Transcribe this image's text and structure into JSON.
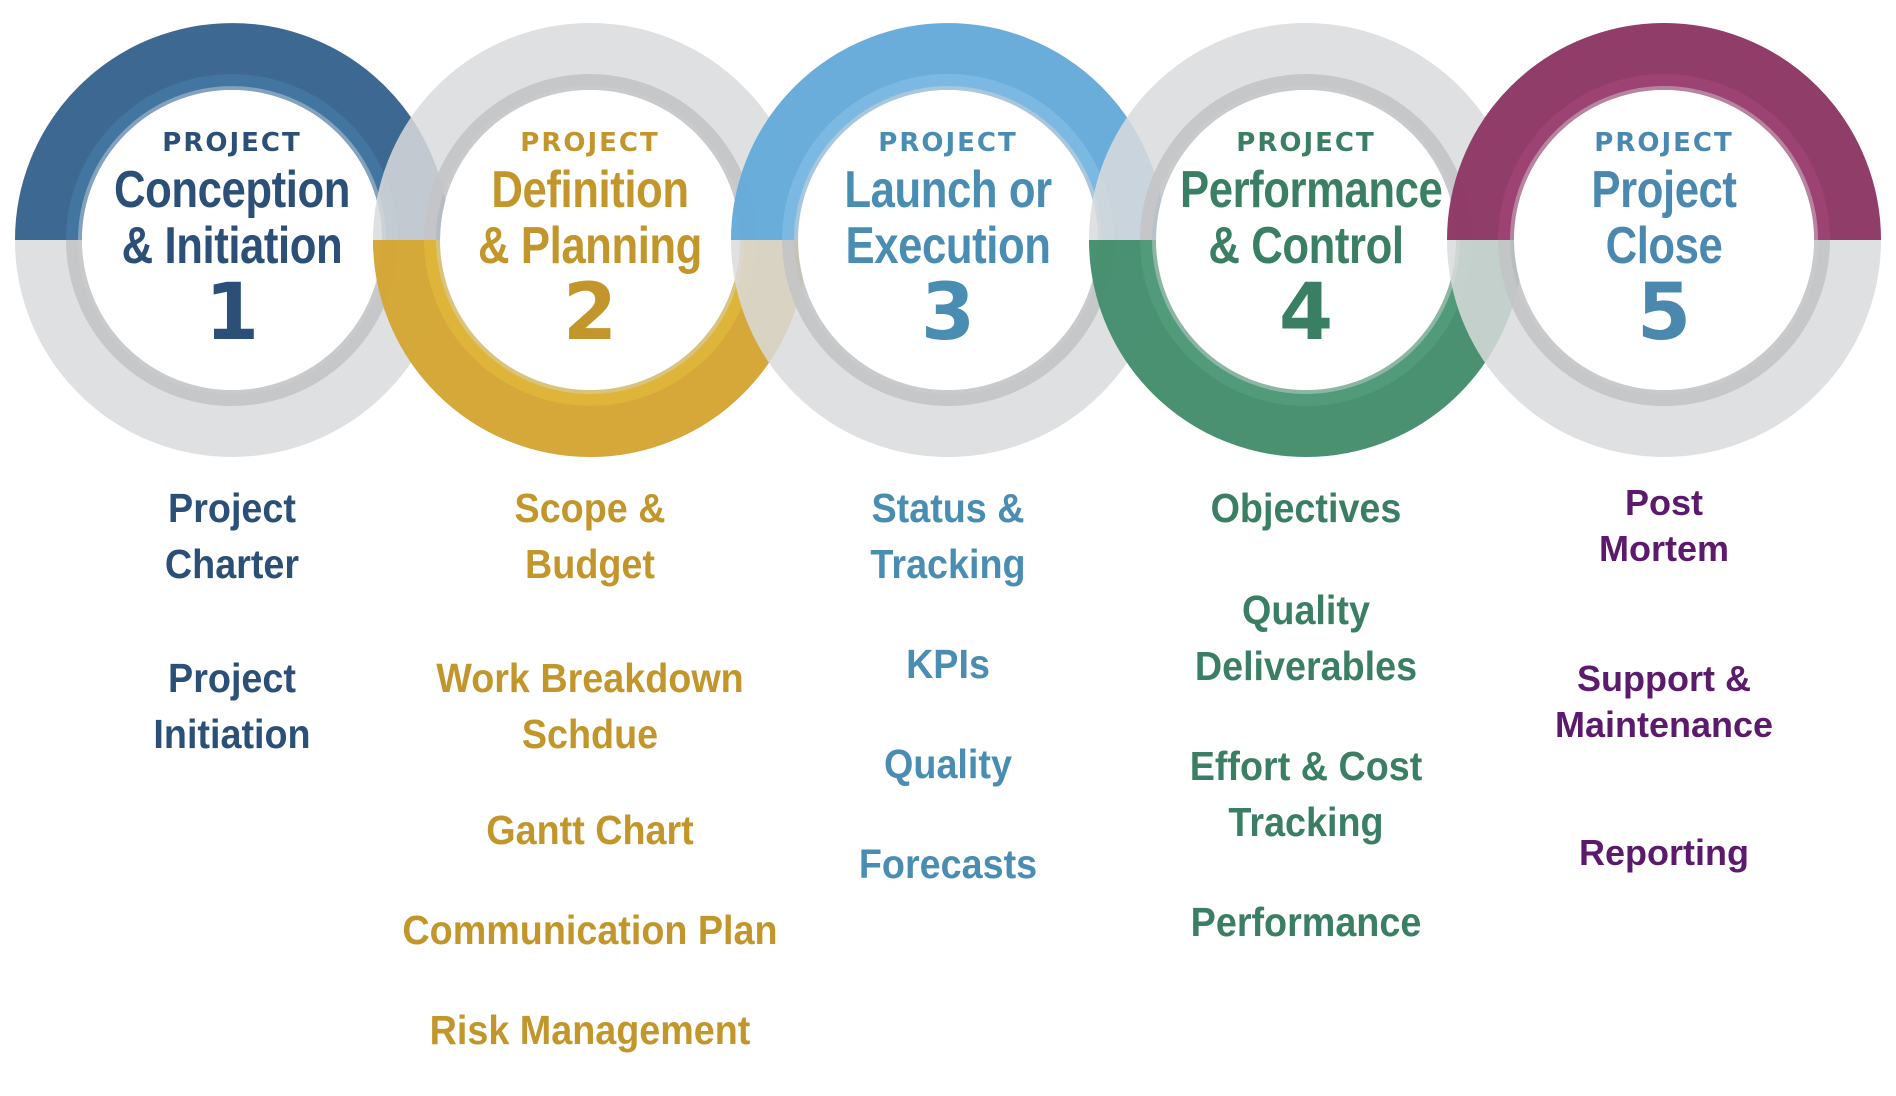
{
  "phases": [
    {
      "kicker": "PROJECT",
      "title": "Conception\n& Initiation",
      "number": "1",
      "color": "#2b4f77",
      "ring_main": "#2f5d8a",
      "ring_light": "#4b82b0",
      "items": [
        "Project\nCharter",
        "Project\nInitiation"
      ]
    },
    {
      "kicker": "PROJECT",
      "title": "Definition\n& Planning",
      "number": "2",
      "color": "#c2962a",
      "ring_main": "#d4a32a",
      "ring_light": "#e8bf3d",
      "items": [
        "Scope &\nBudget",
        "Work Breakdown\nSchdue",
        "Gantt Chart",
        "Communication Plan",
        "Risk Management"
      ]
    },
    {
      "kicker": "PROJECT",
      "title": "Launch or\nExecution",
      "number": "3",
      "color": "#4a8db3",
      "ring_main": "#5fa8da",
      "ring_light": "#8cc4ea",
      "items": [
        "Status &\nTracking",
        "KPIs",
        "Quality",
        "Forecasts"
      ]
    },
    {
      "kicker": "PROJECT",
      "title": "Performance\n& Control",
      "number": "4",
      "color": "#3a7f63",
      "ring_main": "#3d8a68",
      "ring_light": "#5aa684",
      "items": [
        "Objectives",
        "Quality\nDeliverables",
        "Effort & Cost\nTracking",
        "Performance"
      ]
    },
    {
      "kicker": "PROJECT",
      "title": "Project\nClose",
      "number": "5",
      "color": "#4a88b0",
      "ring_main": "#8a2f5f",
      "ring_light": "#a84a7c",
      "item_color": "#5c1a6c",
      "items": [
        "Post\nMortem",
        "Support &\nMaintenance",
        "Reporting"
      ]
    }
  ],
  "neutral_ring": "#d9dadc",
  "neutral_inner": "#c3c4c7"
}
